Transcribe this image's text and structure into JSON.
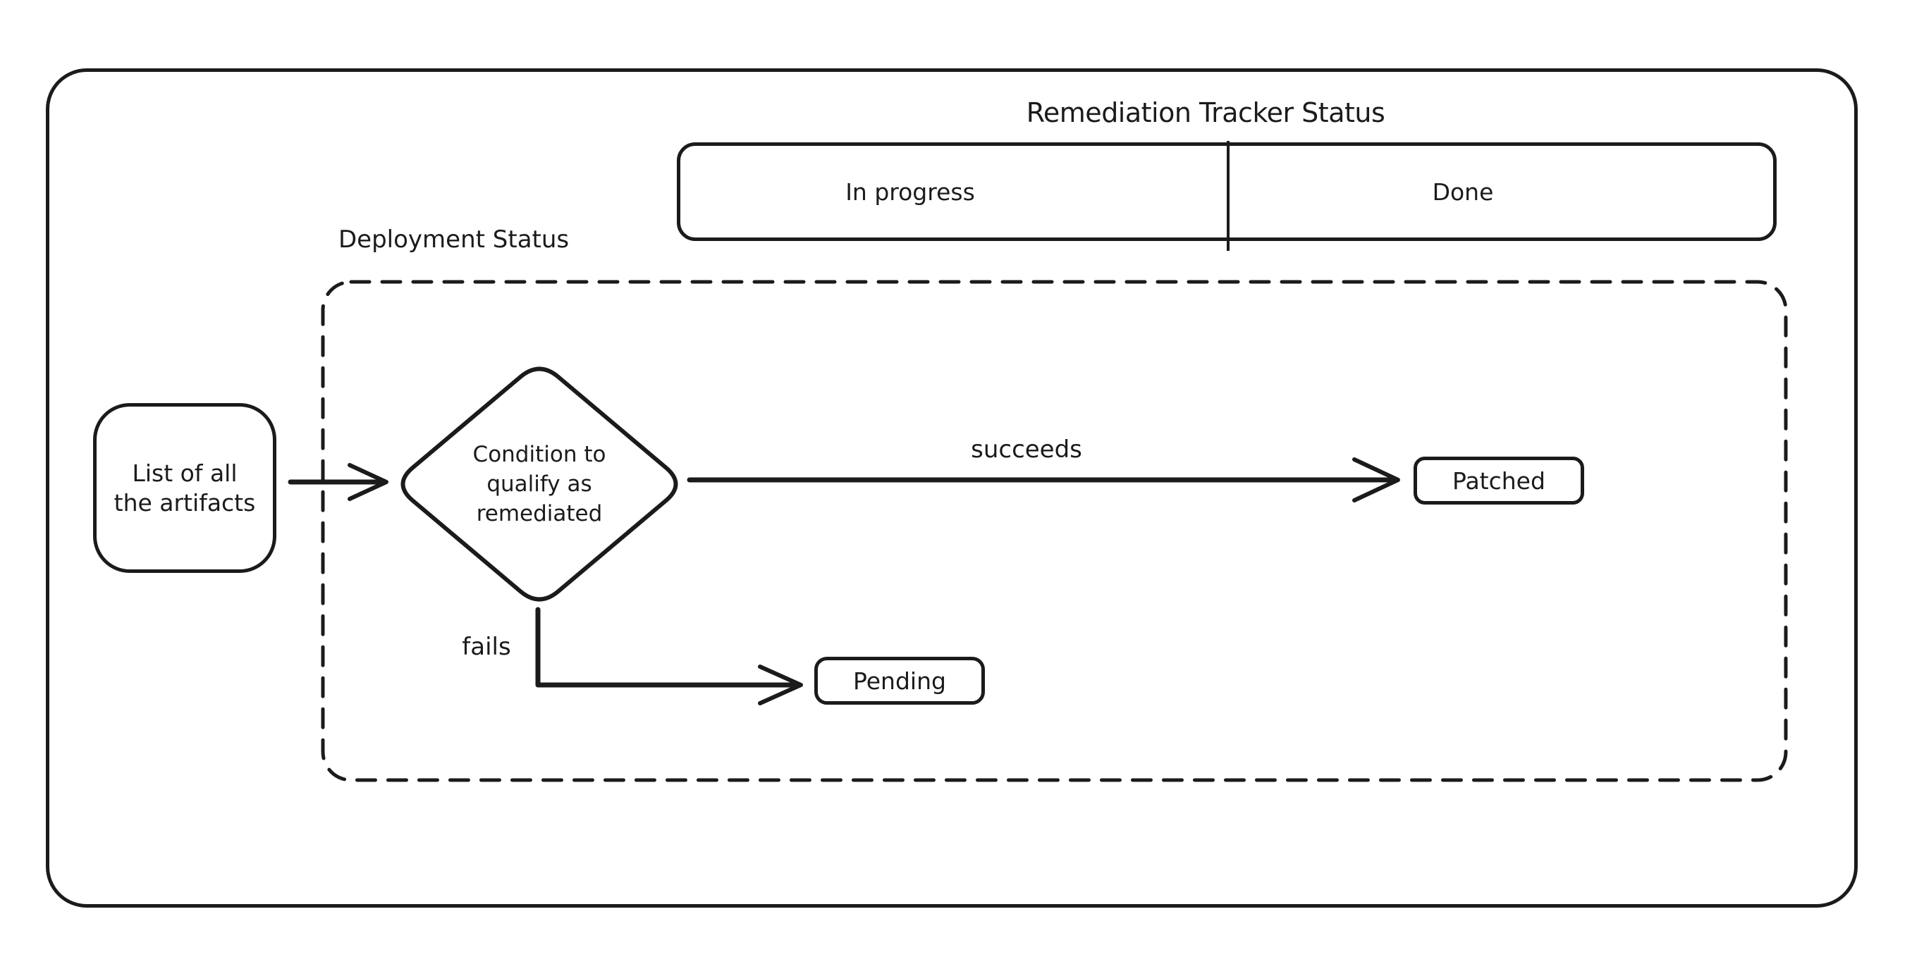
{
  "diagram": {
    "title": "Remediation Tracker Status",
    "tracker_bar": {
      "in_progress_label": "In progress",
      "done_label": "Done"
    },
    "deployment_group_label": "Deployment Status",
    "nodes": {
      "artifacts_label": "List of all\nthe artifacts",
      "condition_label": "Condition to\nqualify as\nremediated",
      "patched_label": "Patched",
      "pending_label": "Pending"
    },
    "edge_labels": {
      "succeeds": "succeeds",
      "fails": "fails"
    },
    "colors": {
      "stroke": "#1b1b1b",
      "background": "#ffffff"
    }
  }
}
